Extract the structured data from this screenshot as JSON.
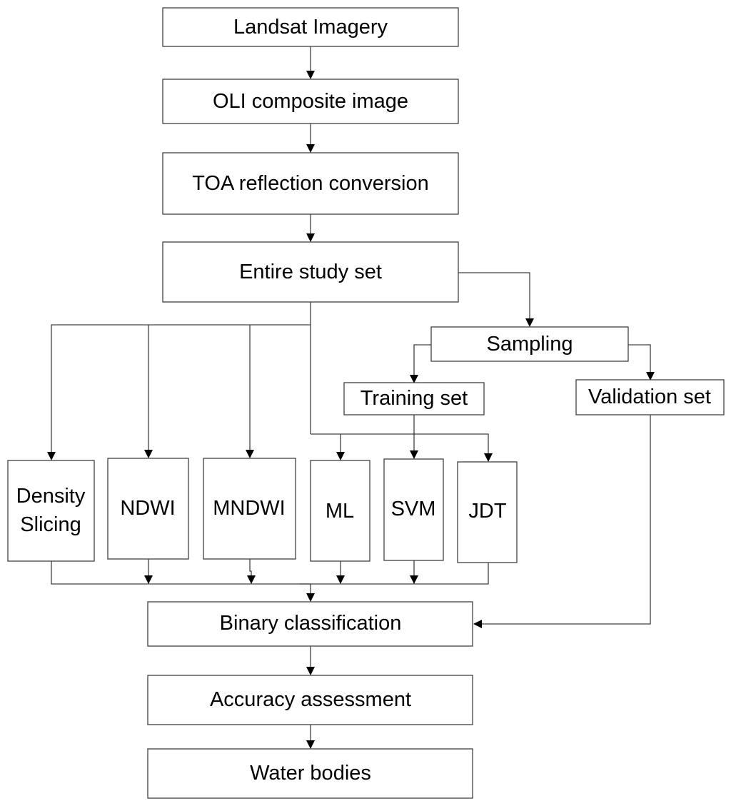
{
  "diagram": {
    "type": "flowchart",
    "nodes": {
      "landsat": "Landsat Imagery",
      "oli": "OLI composite image",
      "toa": "TOA reflection conversion",
      "entire": "Entire study set",
      "sampling": "Sampling",
      "training": "Training set",
      "validation": "Validation set",
      "density_1": "Density",
      "density_2": "Slicing",
      "ndwi": "NDWI",
      "mndwi": "MNDWI",
      "ml": "ML",
      "svm": "SVM",
      "jdt": "JDT",
      "binary": "Binary classification",
      "accuracy": "Accuracy assessment",
      "water": "Water bodies"
    },
    "edges": [
      [
        "Landsat Imagery",
        "OLI composite image"
      ],
      [
        "OLI composite image",
        "TOA reflection conversion"
      ],
      [
        "TOA reflection conversion",
        "Entire study set"
      ],
      [
        "Entire study set",
        "Sampling"
      ],
      [
        "Entire study set",
        "Density Slicing"
      ],
      [
        "Entire study set",
        "NDWI"
      ],
      [
        "Entire study set",
        "MNDWI"
      ],
      [
        "Entire study set",
        "ML"
      ],
      [
        "Entire study set",
        "JDT"
      ],
      [
        "Sampling",
        "Training set"
      ],
      [
        "Sampling",
        "Validation set"
      ],
      [
        "Training set",
        "SVM"
      ],
      [
        "Density Slicing",
        "Binary classification"
      ],
      [
        "NDWI",
        "Binary classification"
      ],
      [
        "MNDWI",
        "Binary classification"
      ],
      [
        "ML",
        "Binary classification"
      ],
      [
        "SVM",
        "Binary classification"
      ],
      [
        "JDT",
        "Binary classification"
      ],
      [
        "Validation set",
        "Binary classification"
      ],
      [
        "Binary classification",
        "Accuracy assessment"
      ],
      [
        "Accuracy assessment",
        "Water bodies"
      ]
    ]
  }
}
